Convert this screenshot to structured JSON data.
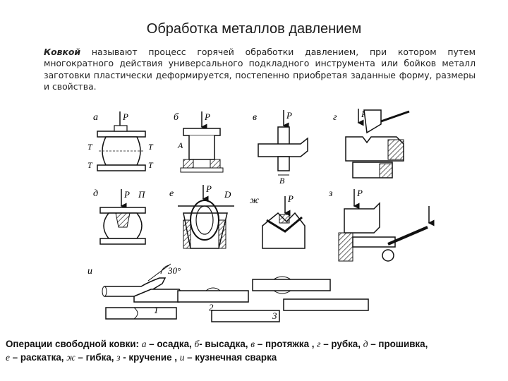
{
  "slide": {
    "title": "Обработка металлов давлением"
  },
  "intro": {
    "term": "Ковкой",
    "text": " называют процесс горячей обработки давлением, при котором путем многократного действия универсального подкладного инструмента или бойков металл заготовки пластически деформируется, постепенно приобретая заданные форму, размеры и свойства."
  },
  "figure": {
    "panels": {
      "a": "а",
      "b": "б",
      "v": "в",
      "g": "г",
      "d": "д",
      "e": "е",
      "zh": "ж",
      "z": "з",
      "i": "и"
    },
    "force_label": "P",
    "tension_label": "T",
    "label_A": "A",
    "label_B": "B",
    "label_P2": "П",
    "label_D": "D",
    "angle_label": "30°",
    "weld_steps": [
      "1",
      "2",
      "3"
    ]
  },
  "caption": {
    "prefix": "Операции свободной ковки: ",
    "items": [
      {
        "letter": "а",
        "text": " – осадка, "
      },
      {
        "letter": "б",
        "text": "- высадка, "
      },
      {
        "letter": "в",
        "text": " – протяжка , "
      },
      {
        "letter": "г",
        "text": " – рубка, "
      },
      {
        "letter": "д",
        "text": " – прошивка,"
      },
      {
        "letter": "е",
        "text": " – раскатка, "
      },
      {
        "letter": "ж",
        "text": " – гибка, "
      },
      {
        "letter": "з",
        "text": " - кручение , "
      },
      {
        "letter": "и",
        "text": " – кузнечная сварка"
      }
    ]
  }
}
